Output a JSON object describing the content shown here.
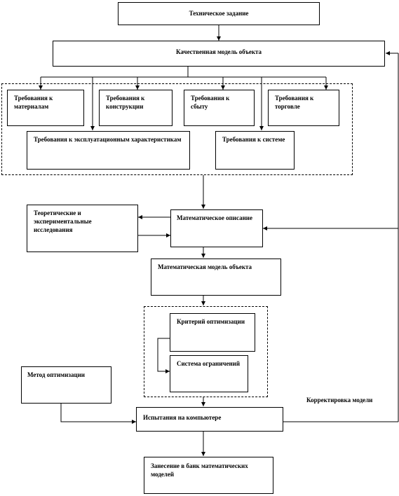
{
  "boxes": {
    "tech_task": "Техническое задание",
    "qual_model": "Качественная модель объекта",
    "req_materials": "Требования к материалам",
    "req_construction": "Требования к конструкции",
    "req_sales": "Требования к сбыту",
    "req_trade": "Требования к торговле",
    "req_exploitation": "Требования к эксплуатационным характеристикам",
    "req_system": "Требования к системе",
    "research": "Теоретические и экспериментальные исследования",
    "math_description": "Математическое описание",
    "math_model": "Математическая модель объекта",
    "criterion": "Критерий оптимизации",
    "constraints": "Система ограничений",
    "opt_method": "Метод оптимизации",
    "computer_test": "Испытания на компьютере",
    "bank": "Занесение в банк математических моделей"
  },
  "labels": {
    "correction": "Корректировка модели"
  }
}
